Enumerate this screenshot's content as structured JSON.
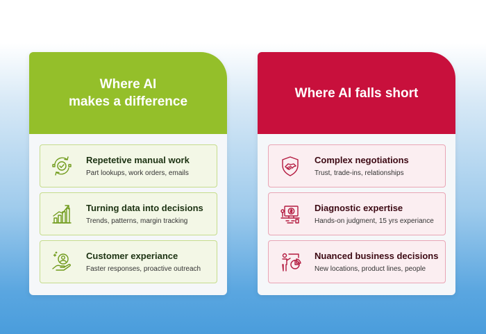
{
  "colors": {
    "left_accent": "#94bf2a",
    "right_accent": "#c8103c",
    "left_icon": "#6f9a1a",
    "right_icon": "#b3183e"
  },
  "left_card": {
    "title_line1": "Where AI",
    "title_line2": "makes a difference",
    "items": [
      {
        "icon": "recycle-check-icon",
        "title": "Repetetive manual work",
        "subtitle": "Part lookups, work orders, emails"
      },
      {
        "icon": "growth-chart-icon",
        "title": "Turning data into decisions",
        "subtitle": "Trends, patterns, margin tracking"
      },
      {
        "icon": "customer-hand-icon",
        "title": "Customer experiance",
        "subtitle": "Faster responses, proactive outreach"
      }
    ]
  },
  "right_card": {
    "title": "Where AI falls short",
    "items": [
      {
        "icon": "handshake-shield-icon",
        "title": "Complex negotiations",
        "subtitle": "Trust, trade-ins, relationships"
      },
      {
        "icon": "diagnostic-screen-icon",
        "title": "Diagnostic expertise",
        "subtitle": "Hands-on judgment, 15 yrs experiance"
      },
      {
        "icon": "presenter-chart-icon",
        "title": "Nuanced business decisions",
        "subtitle": "New locations, product lines, people"
      }
    ]
  }
}
